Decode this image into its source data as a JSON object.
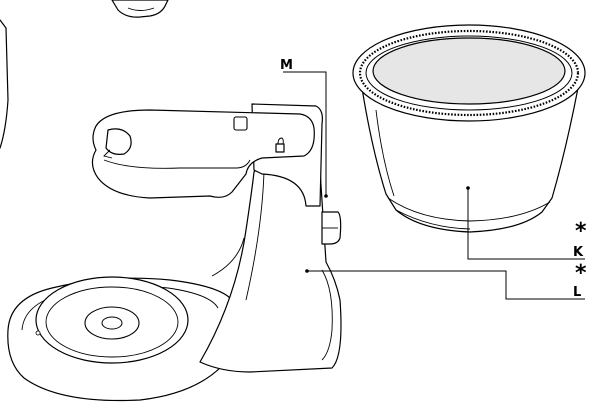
{
  "callouts": {
    "M": "M",
    "K": "K",
    "L": "L",
    "K_mark": "*",
    "L_mark": "*"
  }
}
